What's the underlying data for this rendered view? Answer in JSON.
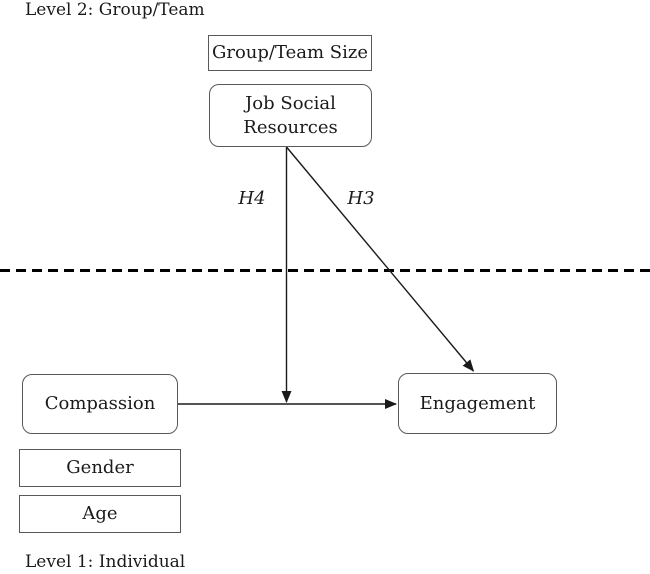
{
  "figure": {
    "level2_label": "Level 2: Group/Team",
    "level1_label": "Level 1: Individual",
    "nodes": {
      "group_team_size": {
        "label": "Group/Team Size"
      },
      "job_social_resources": {
        "label": "Job Social Resources"
      },
      "compassion": {
        "label": "Compassion"
      },
      "engagement": {
        "label": "Engagement"
      },
      "gender": {
        "label": "Gender"
      },
      "age": {
        "label": "Age"
      }
    },
    "hypotheses": {
      "h4": "H4",
      "h3": "H3"
    },
    "colors": {
      "background": "#ffffff",
      "box_border": "#595959",
      "line": "#1a1a1a",
      "divider": "#000000",
      "text": "#1a1a1a"
    }
  }
}
